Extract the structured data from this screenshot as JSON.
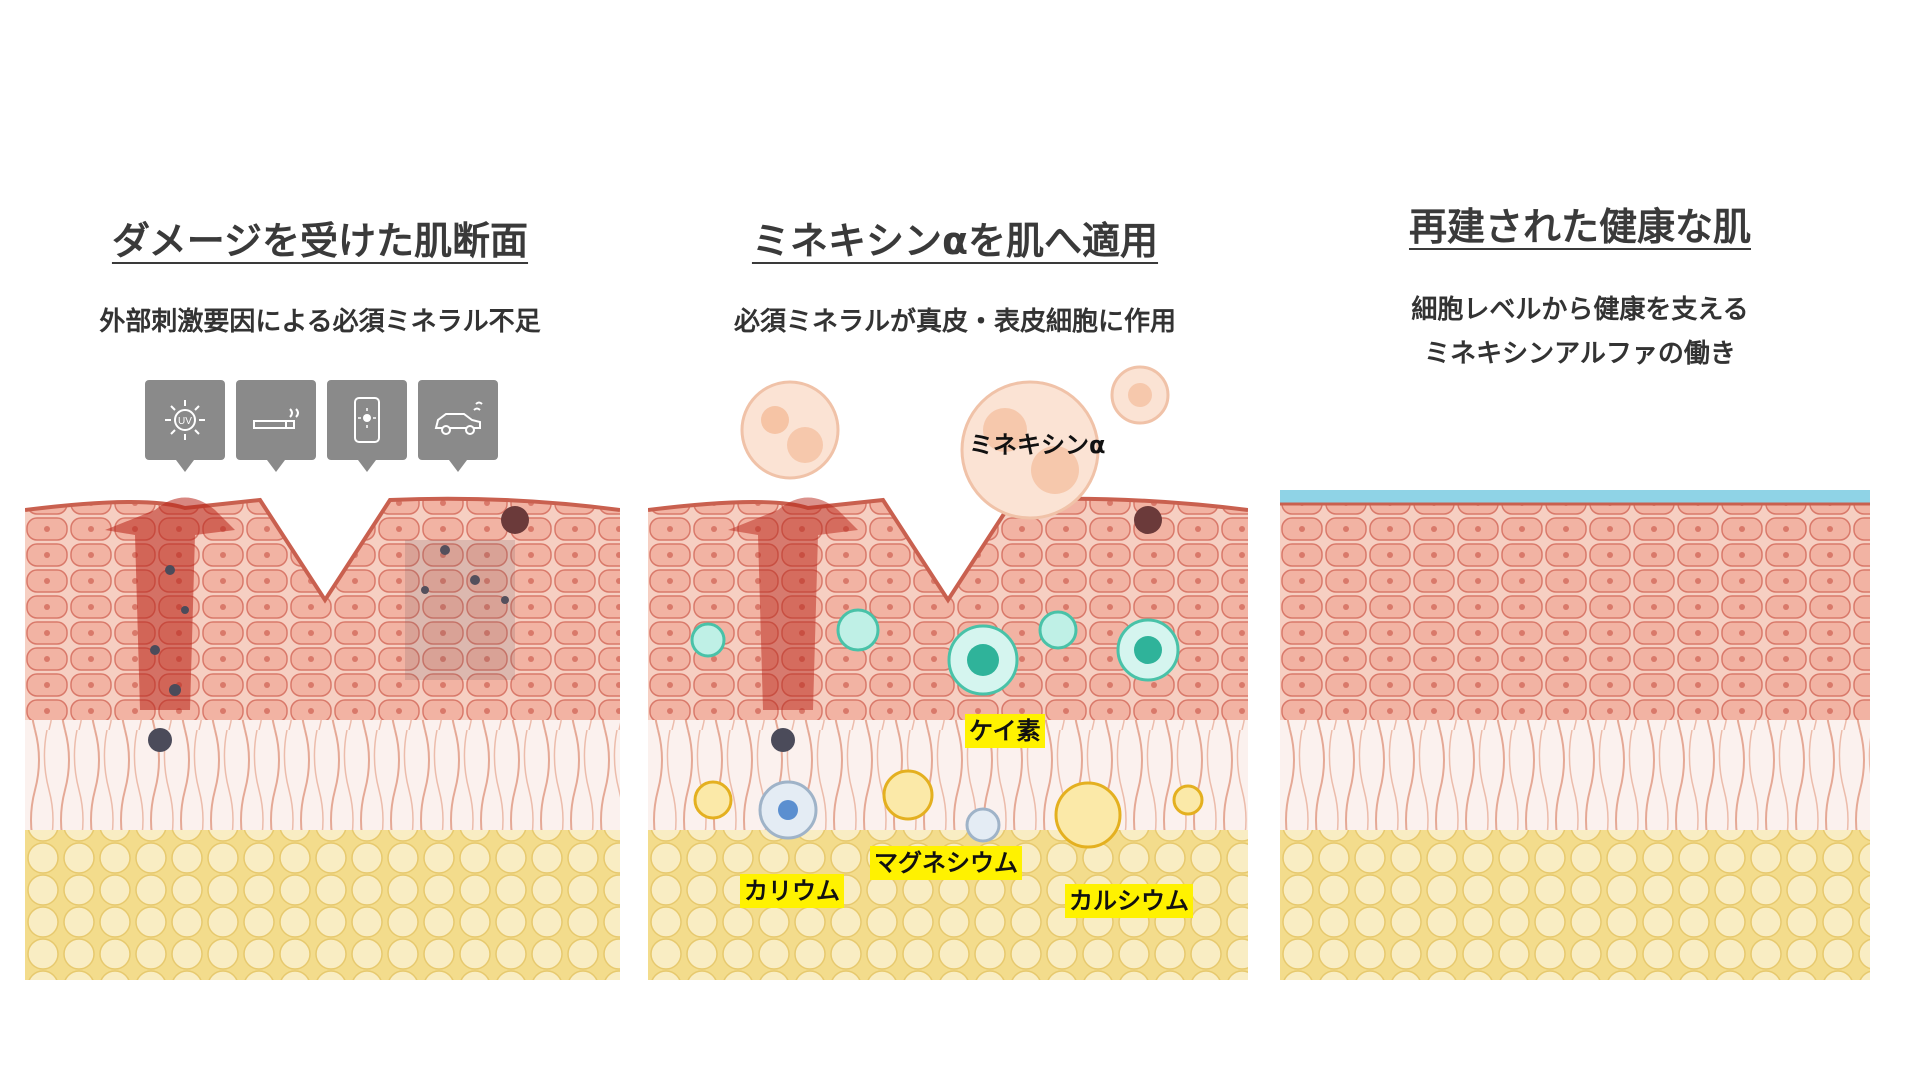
{
  "panels": [
    {
      "title": "ダメージを受けた肌断面",
      "subtitle_lines": [
        "外部刺激要因による必須ミネラル不足"
      ],
      "damage_icons": [
        "uv-sun-icon",
        "cigarette-icon",
        "smartphone-light-icon",
        "car-exhaust-icon"
      ],
      "uv_text": "UV"
    },
    {
      "title": "ミネキシンαを肌へ適用",
      "subtitle_lines": [
        "必須ミネラルが真皮・表皮細胞に作用"
      ],
      "labels": {
        "minexin": "ミネキシンα",
        "silicon": "ケイ素",
        "potassium": "カリウム",
        "magnesium": "マグネシウム",
        "calcium": "カルシウム"
      }
    },
    {
      "title": "再建された健康な肌",
      "subtitle_lines": [
        "細胞レベルから健康を支える",
        "ミネキシンアルファの働き"
      ]
    }
  ],
  "colors": {
    "skin_cell": "#f2b3a3",
    "skin_line": "#d9796a",
    "fat_cell": "#f7e6a8",
    "damage": "#b8251a",
    "virus": "#4b4b5a",
    "highlight": "#fff200",
    "surface_water": "#8fd3e6"
  }
}
